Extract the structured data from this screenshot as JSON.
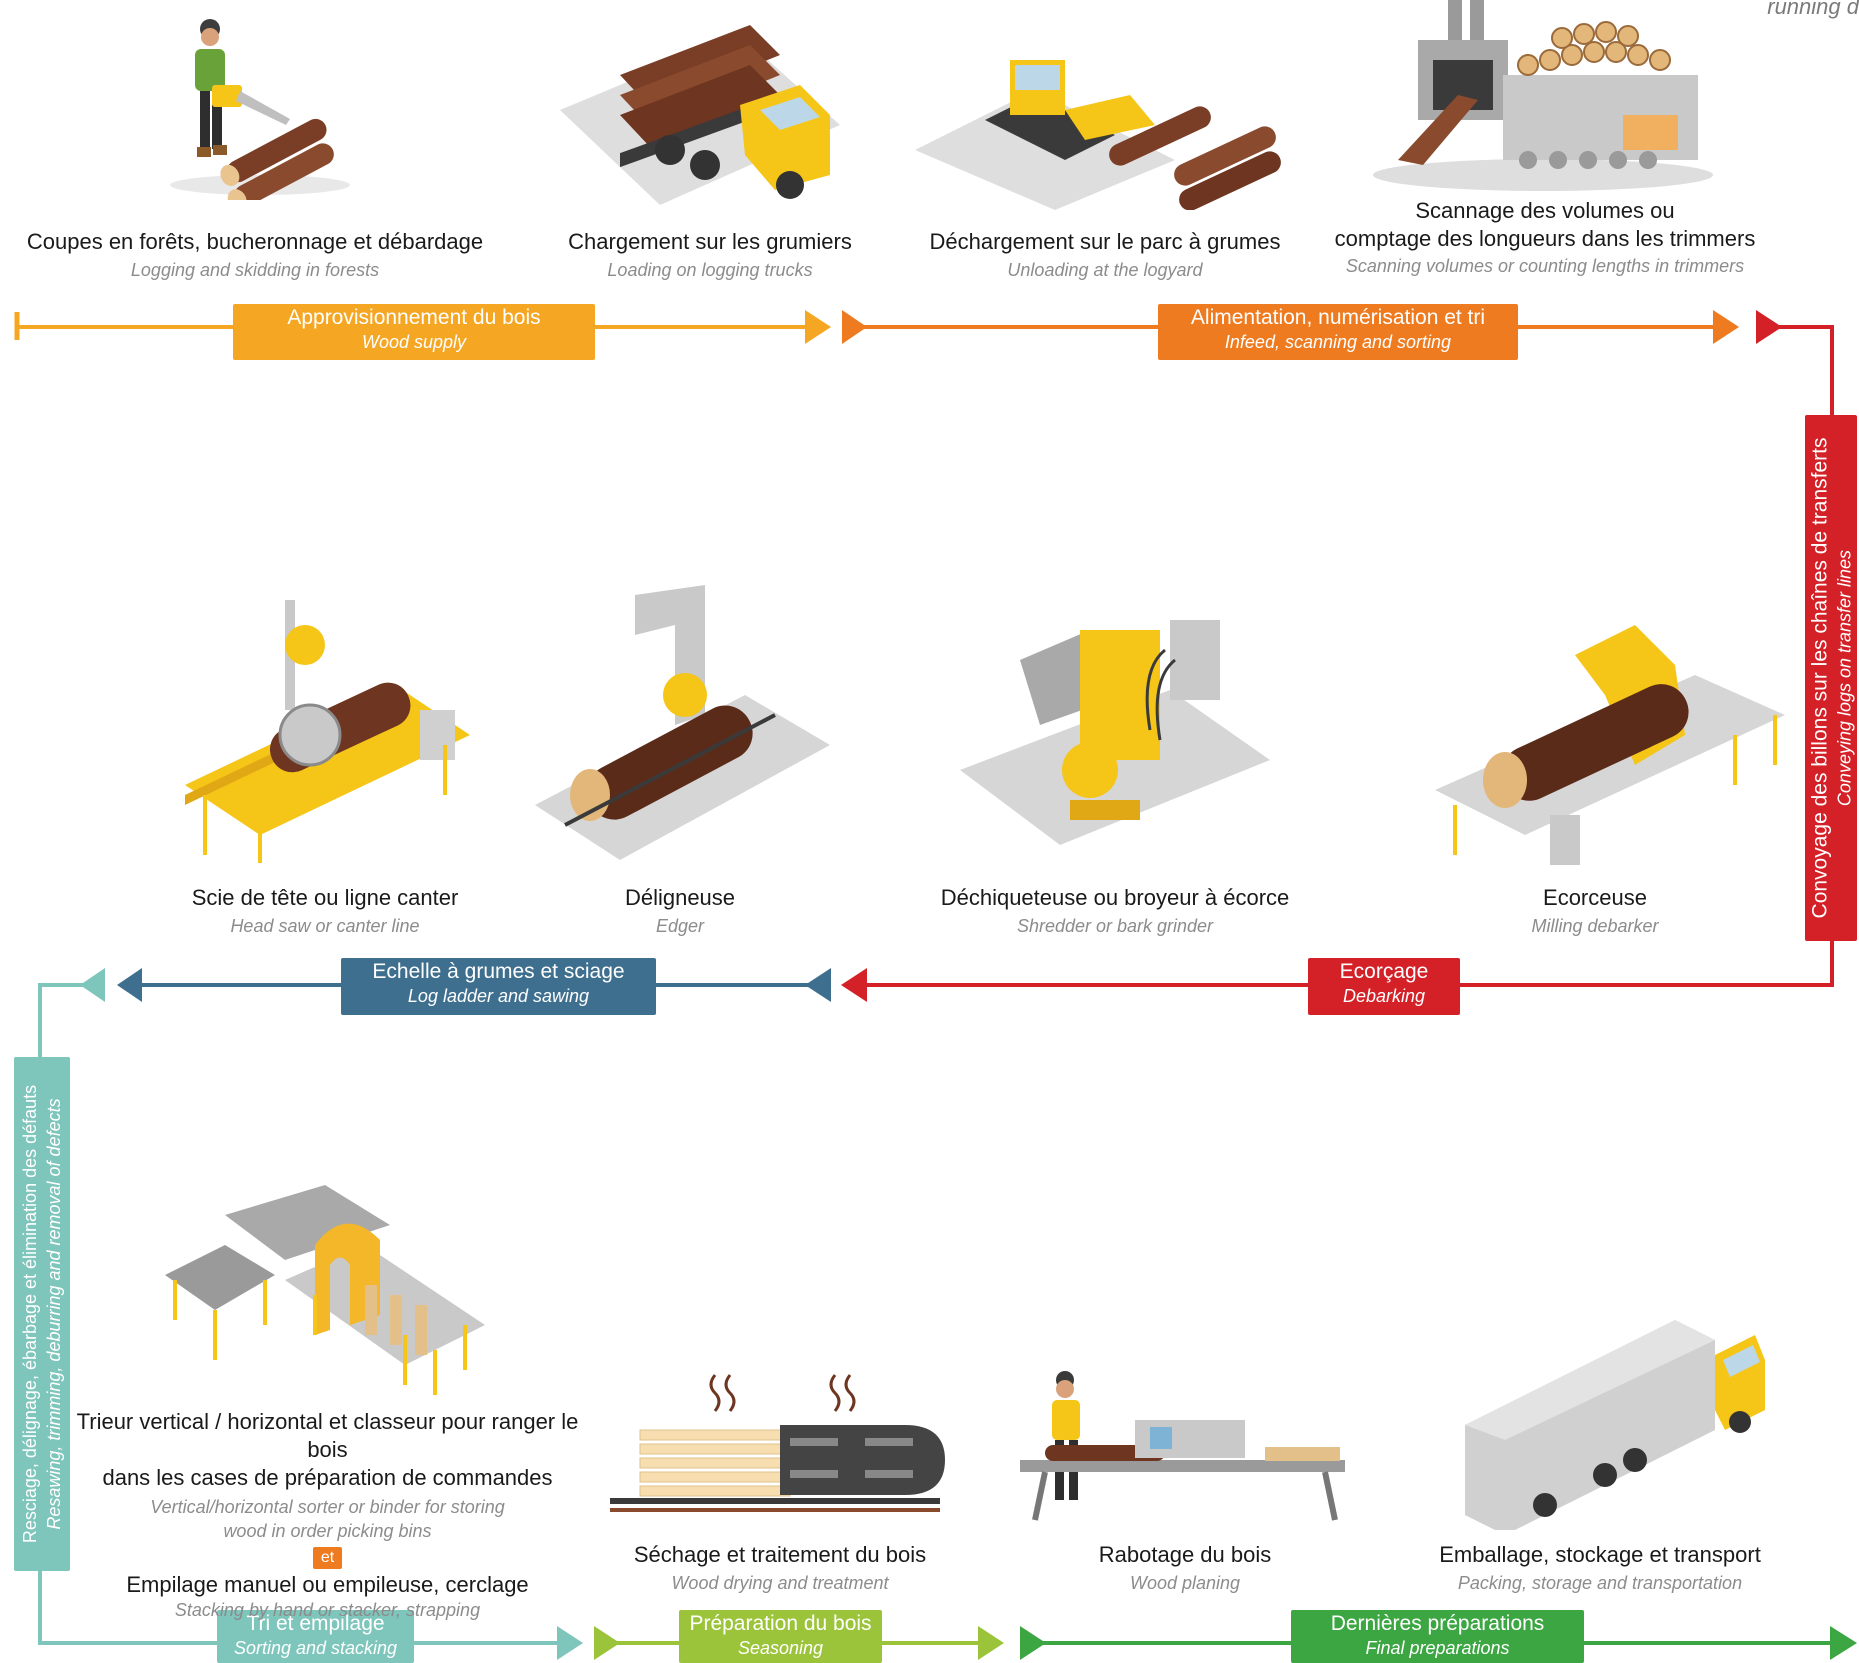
{
  "corner_note": "running d",
  "colors": {
    "wood_supply": "#f5a623",
    "infeed": "#ee7b1f",
    "debarking": "#d42027",
    "sawing": "#3f6f8f",
    "sorting": "#7ec5bb",
    "seasoning": "#9cc43b",
    "final": "#3ca642",
    "trunk_red": "#d42027",
    "trunk_teal": "#7ec5bb"
  },
  "steps_row1": [
    {
      "fr": "Coupes en forêts, bucheronnage et débardage",
      "en": "Logging and skidding in forests",
      "icon": "lumberjack-icon"
    },
    {
      "fr": "Chargement sur les grumiers",
      "en": "Loading on logging trucks",
      "icon": "logging-truck-icon"
    },
    {
      "fr": "Déchargement sur le  parc à grumes",
      "en": "Unloading at the  logyard",
      "icon": "log-loader-icon"
    },
    {
      "fr": "Scannage des volumes ou",
      "fr2": "comptage des longueurs dans les trimmers",
      "en": "Scanning volumes or counting lengths in trimmers",
      "icon": "scanner-plant-icon"
    }
  ],
  "steps_row2": [
    {
      "fr": "Scie de tête ou ligne canter",
      "en": "Head saw or canter line",
      "icon": "head-saw-icon"
    },
    {
      "fr": "Déligneuse",
      "en": "Edger",
      "icon": "edger-icon"
    },
    {
      "fr": "Déchiqueteuse ou broyeur à écorce",
      "en": "Shredder or bark grinder",
      "icon": "shredder-icon"
    },
    {
      "fr": "Ecorceuse",
      "en": "Milling debarker",
      "icon": "debarker-icon"
    }
  ],
  "steps_row3": [
    {
      "fr": "Trieur vertical / horizontal et classeur pour ranger le bois",
      "fr2": "dans les cases de préparation de commandes",
      "en": "Vertical/horizontal sorter or binder for storing",
      "en2": "wood in order picking bins",
      "et": "et",
      "fr3": "Empilage manuel ou empileuse, cerclage",
      "en3": "Stacking by hand or stacker, strapping",
      "icon": "sorter-icon"
    },
    {
      "fr": "Séchage et traitement du bois",
      "en": "Wood drying and treatment",
      "icon": "drying-kiln-icon"
    },
    {
      "fr": "Rabotage du bois",
      "en": "Wood planing",
      "icon": "planer-icon"
    },
    {
      "fr": "Emballage, stockage et transport",
      "en": "Packing, storage and transportation",
      "icon": "truck-icon"
    }
  ],
  "phases": {
    "wood_supply": {
      "fr": "Approvisionnement du bois",
      "en": "Wood supply"
    },
    "infeed": {
      "fr": "Alimentation, numérisation et tri",
      "en": "Infeed, scanning and sorting"
    },
    "conveying": {
      "fr": "Convoyage des billons sur les chaînes de transferts",
      "en": "Conveying logs on transfer lines"
    },
    "debarking": {
      "fr": "Ecorçage",
      "en": "Debarking"
    },
    "sawing": {
      "fr": "Echelle à grumes et sciage",
      "en": "Log ladder and sawing"
    },
    "resawing": {
      "fr": "Resciage, délignage, ébarbage et élimination des défauts",
      "en": "Resawing, trimming, deburring and removal of defects"
    },
    "sorting": {
      "fr": "Tri et empilage",
      "en": "Sorting and stacking"
    },
    "seasoning": {
      "fr": "Préparation du bois",
      "en": "Seasoning"
    },
    "final": {
      "fr": "Dernières préparations",
      "en": "Final preparations"
    }
  }
}
